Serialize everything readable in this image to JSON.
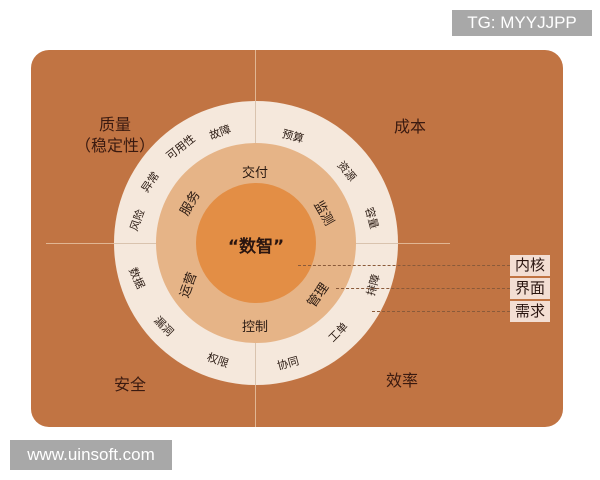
{
  "watermarks": {
    "top_right": "TG: MYYJJPP",
    "bottom_left": "www.uinsoft.com"
  },
  "colors": {
    "board": "#C17443",
    "outer_ring": "#F5E8DC",
    "middle_ring": "#E6B487",
    "inner_circle": "#E38E45",
    "legend_bg": "#F3DED3"
  },
  "quadrants": {
    "top_left": {
      "line1": "质量",
      "line2": "（稳定性）"
    },
    "top_right": {
      "label": "成本"
    },
    "bottom_left": {
      "label": "安全"
    },
    "bottom_right": {
      "label": "效率"
    }
  },
  "center": {
    "label": "“数智”"
  },
  "middle_ring": {
    "items": [
      "交付",
      "监测",
      "管理",
      "控制",
      "运营",
      "服务"
    ]
  },
  "outer_ring": {
    "items": [
      "预算",
      "资源",
      "容量",
      "排障",
      "工单",
      "协同",
      "权限",
      "漏洞",
      "数据",
      "风险",
      "异常",
      "可用性",
      "故障"
    ]
  },
  "legend": {
    "items": [
      "内核",
      "界面",
      "需求"
    ]
  }
}
